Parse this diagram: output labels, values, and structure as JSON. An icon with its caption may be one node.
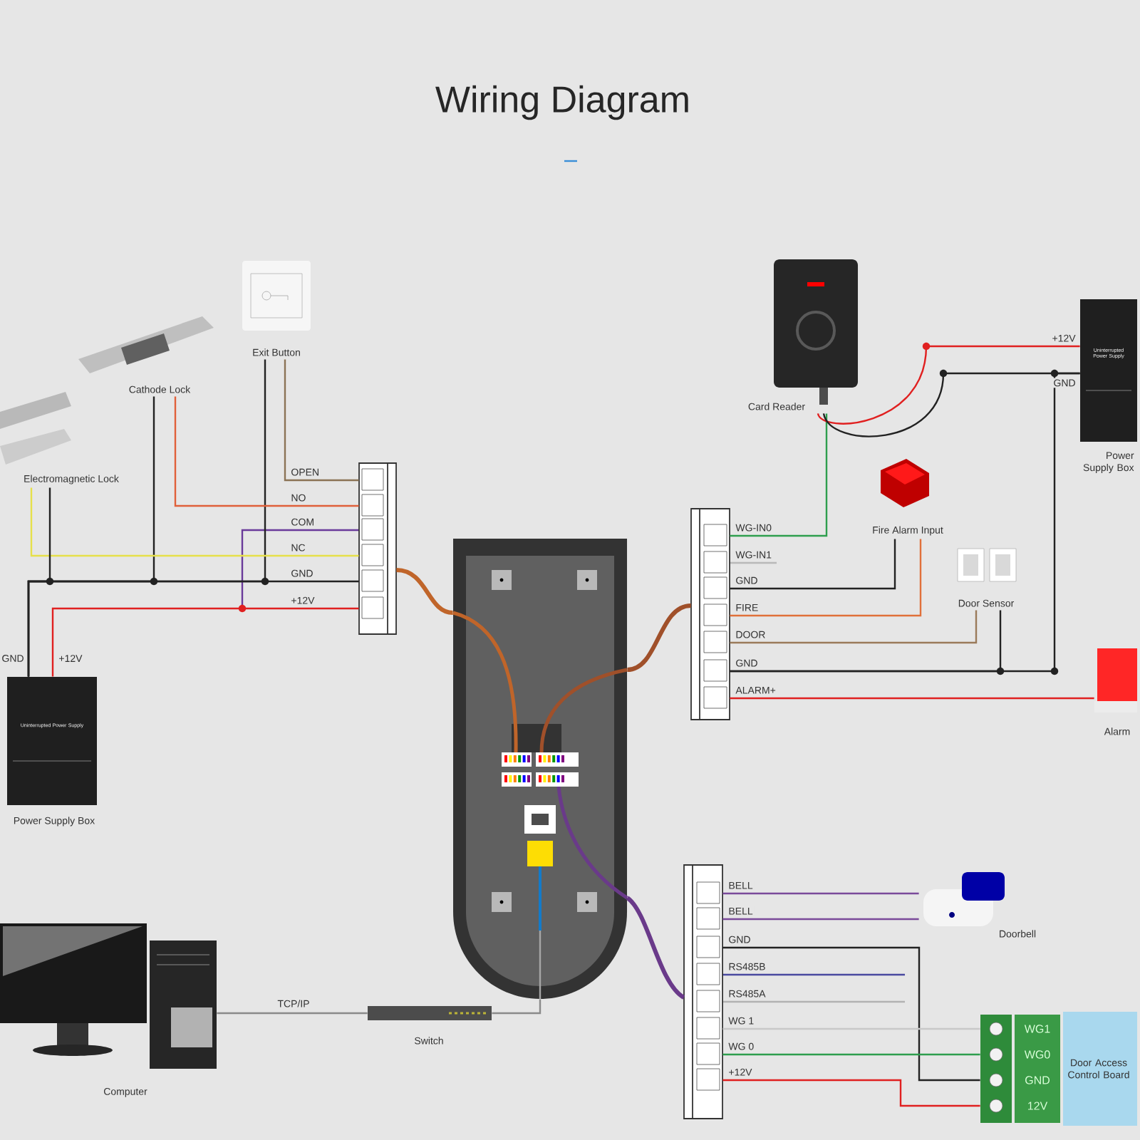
{
  "diagram": {
    "title": "Wiring Diagram",
    "nodes": [
      {
        "text": [
          "Exit Button"
        ]
      },
      {
        "text": [
          "Card Reader"
        ]
      },
      {
        "text": [
          "Cathode Lock"
        ]
      },
      {
        "text": [
          "Electromagnetic Lock"
        ]
      },
      {
        "text": [
          "Uninterrupted Power Supply"
        ],
        "beside": [
          "Power Supply Box"
        ]
      },
      {
        "text": [
          "Fire Alarm Input"
        ]
      },
      {
        "text": [],
        "shape": "box"
      },
      {
        "text": [],
        "shape": "picture"
      },
      {
        "text": [],
        "shape": "box"
      },
      {
        "text": [
          "Door Sensor"
        ]
      },
      {
        "text": [
          "Alarm"
        ]
      },
      {
        "text": [
          "Uninterrupted Power Supply"
        ],
        "beside": [
          "Power Supply Box"
        ]
      },
      {
        "text": [
          "Doorbell"
        ]
      },
      {
        "text": [],
        "shape": "box"
      },
      {
        "text": [
          "Computer"
        ]
      },
      {
        "text": [
          "Switch"
        ]
      },
      {
        "text": [
          "Door Access Control Board"
        ]
      }
    ],
    "edges": [
      {
        "from": 0,
        "to": 6,
        "arrow": "none",
        "label": "OPEN",
        "color": "#8b7355"
      },
      {
        "from": 0,
        "to": 11,
        "arrow": "none"
      },
      {
        "from": 2,
        "to": 6,
        "arrow": "none",
        "label": "NO",
        "color": "#e0603a"
      },
      {
        "from": 2,
        "to": 11,
        "arrow": "none"
      },
      {
        "from": 3,
        "to": 6,
        "arrow": "none",
        "label": "NC",
        "color": "#e6e04a"
      },
      {
        "from": 3,
        "to": 11,
        "arrow": "none"
      },
      {
        "from": 11,
        "to": 6,
        "arrow": "none",
        "label": "GND"
      },
      {
        "from": 11,
        "to": 6,
        "arrow": "none",
        "label": "+12V",
        "color": "#e02020"
      },
      {
        "from": 6,
        "to": 7,
        "arrow": "none",
        "style": "thick",
        "color": "#c0652a"
      },
      {
        "from": 1,
        "to": 8,
        "arrow": "none",
        "label": "WG-IN0",
        "color": "#2e9e4e"
      },
      {
        "from": 5,
        "to": 8,
        "arrow": "none",
        "label": "GND"
      },
      {
        "from": 5,
        "to": 8,
        "arrow": "none",
        "label": "FIRE",
        "color": "#e0703a"
      },
      {
        "from": 9,
        "to": 8,
        "arrow": "none",
        "label": "DOOR",
        "color": "#9a7a5a"
      },
      {
        "from": 9,
        "to": 8,
        "arrow": "none",
        "label": "GND"
      },
      {
        "from": 10,
        "to": 8,
        "arrow": "none",
        "label": "ALARM+",
        "color": "#e02020"
      },
      {
        "from": 1,
        "to": 4,
        "arrow": "none",
        "label": "+12V",
        "color": "#e02020"
      },
      {
        "from": 1,
        "to": 4,
        "arrow": "none",
        "label": "GND"
      },
      {
        "from": 4,
        "to": 8,
        "arrow": "none"
      },
      {
        "from": 8,
        "to": 7,
        "arrow": "none",
        "style": "thick",
        "color": "#a0502a"
      },
      {
        "from": 12,
        "to": 13,
        "arrow": "none",
        "label": "BELL",
        "color": "#7a4a9a"
      },
      {
        "from": 12,
        "to": 13,
        "arrow": "none",
        "label": "BELL",
        "color": "#7a4a9a"
      },
      {
        "from": 16,
        "to": 13,
        "arrow": "none",
        "label": "GND"
      },
      {
        "from": 16,
        "to": 13,
        "arrow": "none",
        "label": "WG 1",
        "color": "#c8c8c8"
      },
      {
        "from": 16,
        "to": 13,
        "arrow": "none",
        "label": "WG 0",
        "color": "#2e9e4e"
      },
      {
        "from": 16,
        "to": 13,
        "arrow": "none",
        "label": "+12V",
        "color": "#e02020"
      },
      {
        "from": 13,
        "to": 7,
        "arrow": "none",
        "style": "thick",
        "color": "#6a3a8a"
      },
      {
        "from": 7,
        "to": 15,
        "arrow": "none",
        "color": "#8a8a8a"
      },
      {
        "from": 15,
        "to": 14,
        "arrow": "none",
        "label": "TCP/IP",
        "color": "#8a8a8a"
      }
    ],
    "labels": [
      "COM",
      "WG-IN1",
      "GND",
      "+12V",
      "RS485B",
      "RS485A",
      "WG1",
      "WG0",
      "GND",
      "12V"
    ]
  }
}
